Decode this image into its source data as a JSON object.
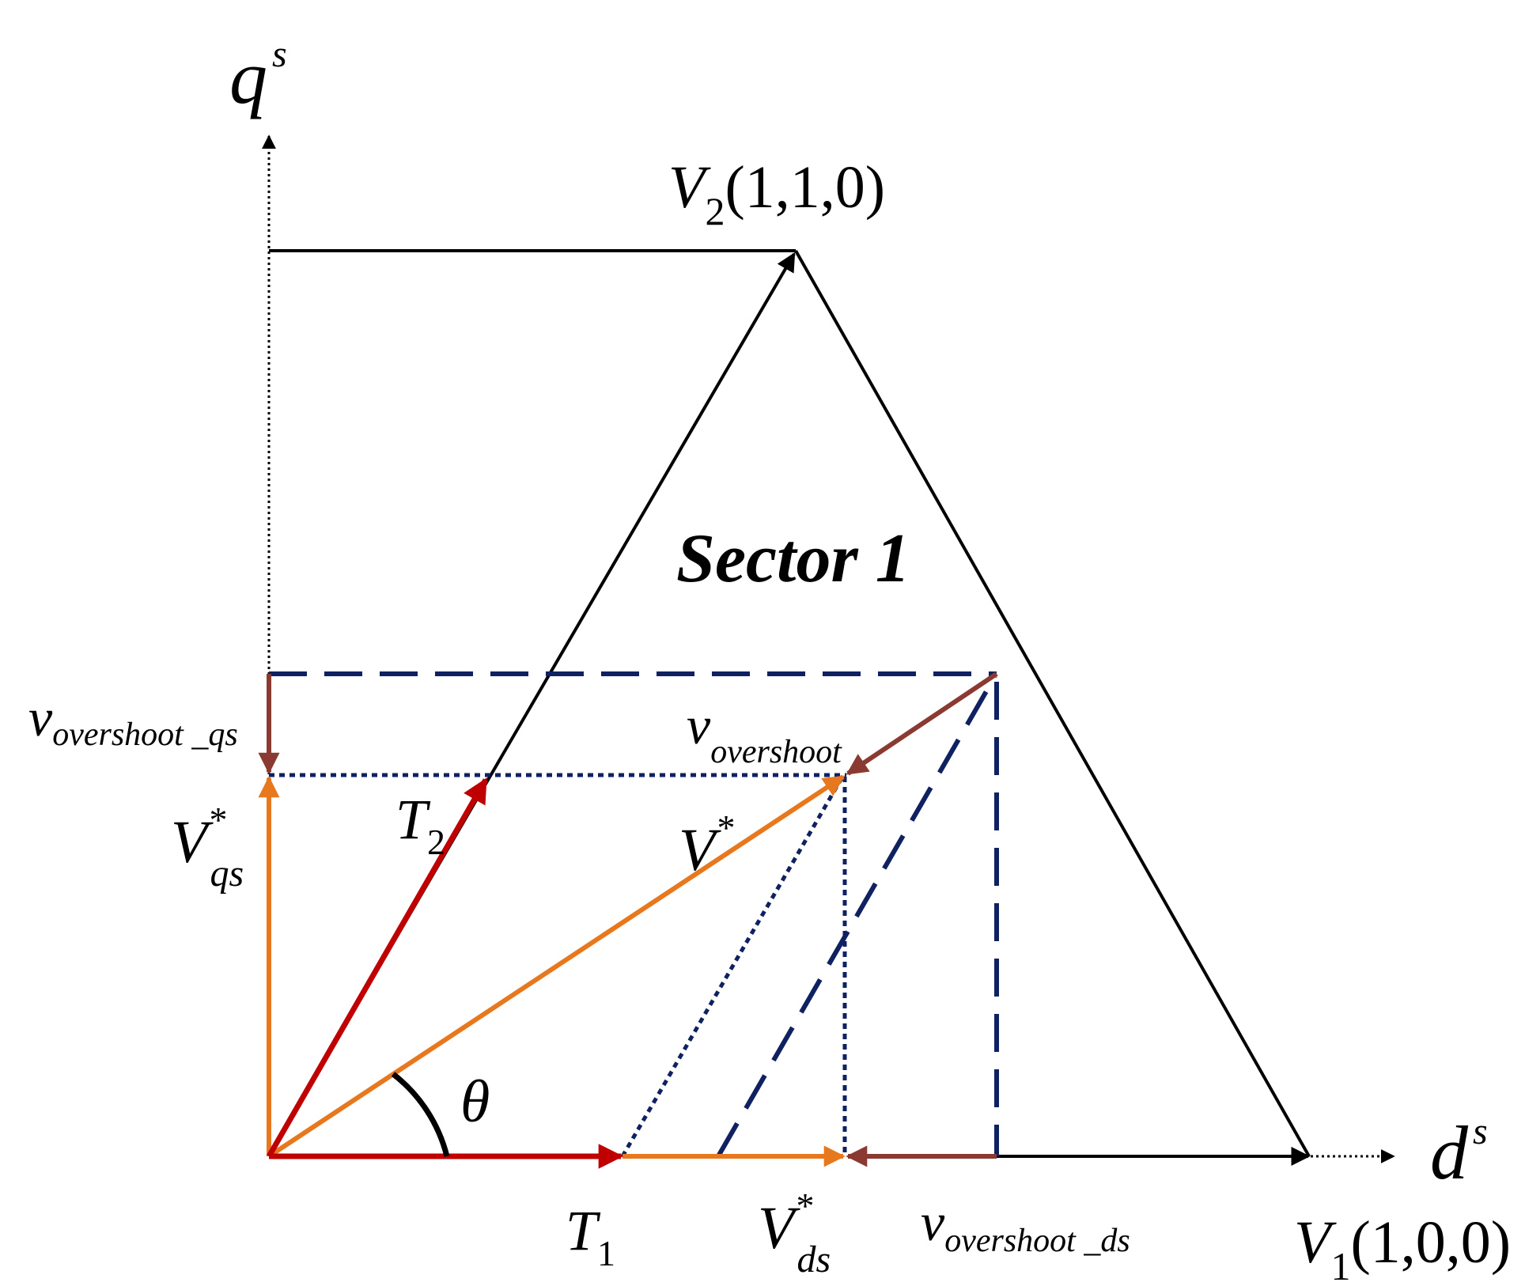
{
  "axes": {
    "q_axis": {
      "main": "q",
      "sup": "s"
    },
    "d_axis": {
      "main": "d",
      "sup": "s"
    }
  },
  "vectors": {
    "v2": {
      "main": "V",
      "sub": "2",
      "coords": "(1,1,0)"
    },
    "v1": {
      "main": "V",
      "sub": "1",
      "coords": "(1,0,0)"
    },
    "v_star": {
      "main": "V",
      "sup": "*"
    },
    "v_qs_star": {
      "main": "V",
      "sup": "*",
      "sub": "qs"
    },
    "v_ds_star": {
      "main": "V",
      "sup": "*",
      "sub": "ds"
    },
    "t1": {
      "main": "T",
      "sub": "1"
    },
    "t2": {
      "main": "T",
      "sub": "2"
    },
    "v_overshoot": {
      "main": "v",
      "sub": "overshoot"
    },
    "v_overshoot_qs": {
      "main": "v",
      "sub": "overshoot _qs"
    },
    "v_overshoot_ds": {
      "main": "v",
      "sub": "overshoot _ds"
    }
  },
  "angle": {
    "symbol": "θ"
  },
  "sector_label": "Sector 1",
  "colors": {
    "black": "#000000",
    "red": "#c00000",
    "orange": "#e8781e",
    "brown": "#8b3a32",
    "navy": "#0f2160"
  }
}
